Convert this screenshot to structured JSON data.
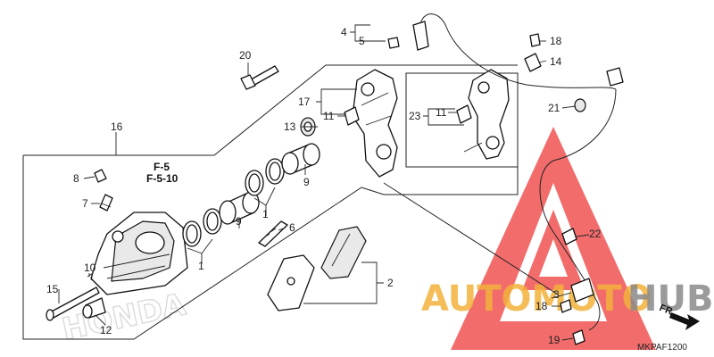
{
  "references": [
    "F-5",
    "F-5-10"
  ],
  "diagram_code": "MKPAF1200",
  "direction_label": "FR.",
  "watermark": {
    "text_left": "AUTOMOTO",
    "text_right": "HUB",
    "color_left": "#f3b23c",
    "color_right": "#8a8a8a",
    "triangle_color": "#ee3b3b",
    "background_logo": "HONDA"
  },
  "callouts": {
    "c1a": "1",
    "c1b": "1",
    "c2": "2",
    "c3": "3",
    "c4": "4",
    "c5": "5",
    "c6": "6",
    "c7": "7",
    "c8": "8",
    "c9a": "9",
    "c9b": "9",
    "c10": "10",
    "c11a": "11",
    "c11b": "11",
    "c12": "12",
    "c13": "13",
    "c14": "14",
    "c15": "15",
    "c16": "16",
    "c17": "17",
    "c18a": "18",
    "c18b": "18",
    "c19": "19",
    "c20": "20",
    "c21": "21",
    "c22": "22",
    "c23": "23"
  }
}
